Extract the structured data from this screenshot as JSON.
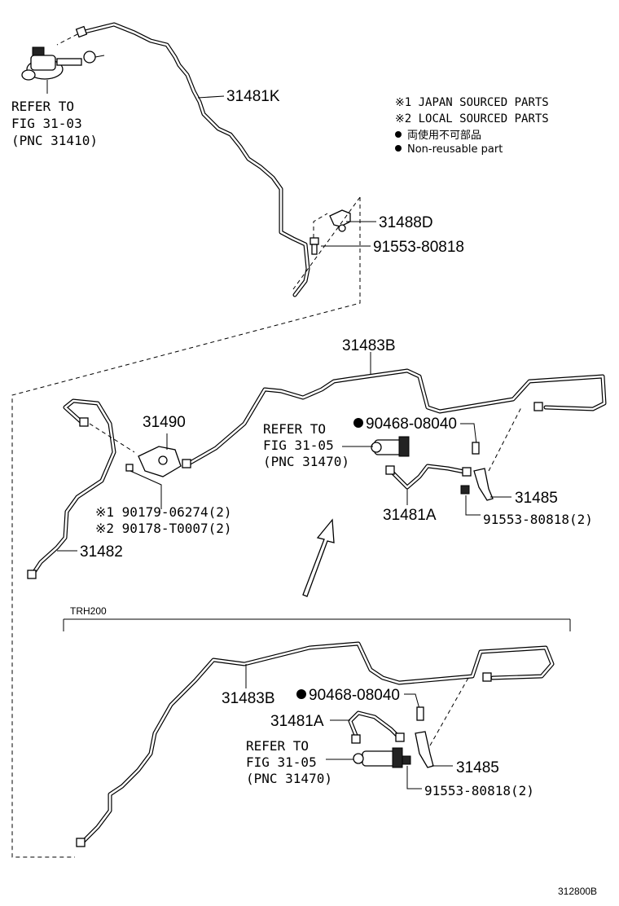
{
  "parts": {
    "p31481K": "31481K",
    "p31488D": "31488D",
    "p91553_80818": "91553-80818",
    "p31483B": "31483B",
    "p31490": "31490",
    "p90179": "※1 90179-06274(2)",
    "p90178": "※2 90178-T0007(2)",
    "p31482": "31482",
    "p90468": "90468-08040",
    "p31481A": "31481A",
    "p31485": "31485",
    "p91553_2": "91553-80818(2)",
    "p31483B_b": "31483B",
    "p90468_b": "90468-08040",
    "p31481A_b": "31481A",
    "p31485_b": "31485",
    "p91553_2b": "91553-80818(2)"
  },
  "refs": {
    "top": [
      "REFER TO",
      "FIG 31-03",
      "(PNC 31410)"
    ],
    "mid": [
      "REFER TO",
      "FIG 31-05",
      "(PNC 31470)"
    ],
    "bottom": [
      "REFER TO",
      "FIG 31-05",
      "(PNC 31470)"
    ]
  },
  "legend": {
    "line1": "※1 JAPAN SOURCED PARTS",
    "line2": "※2 LOCAL SOURCED PARTS",
    "line3": "両使用不可部品",
    "line4": "Non-reusable part"
  },
  "variant_label": "TRH200",
  "figure_code": "312800B"
}
